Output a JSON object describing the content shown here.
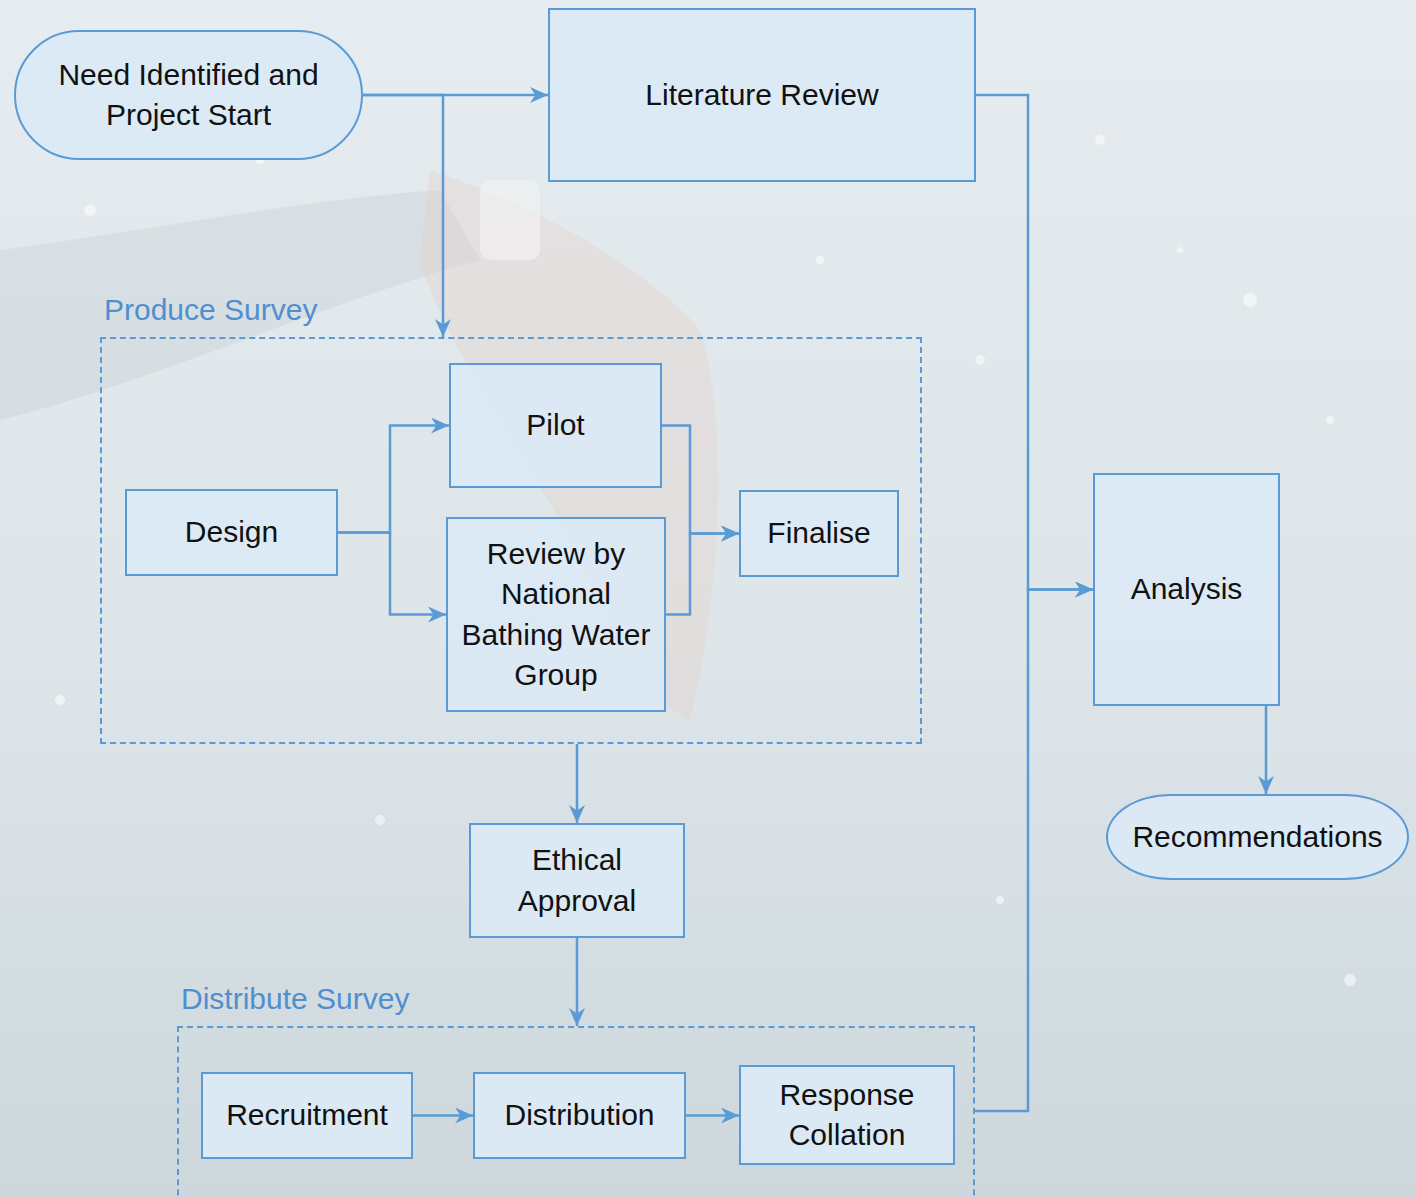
{
  "diagram": {
    "nodes": [
      {
        "text": [
          "Need Identified and Project Start"
        ]
      },
      {
        "text": [
          "Literature Review"
        ]
      },
      {
        "text": [
          "Produce Survey"
        ]
      },
      {
        "text": [
          "Design"
        ],
        "in": 2
      },
      {
        "text": [
          "Pilot"
        ],
        "in": 2
      },
      {
        "text": [
          "Review by National Bathing Water Group"
        ],
        "in": 2
      },
      {
        "text": [
          "Finalise"
        ],
        "in": 2
      },
      {
        "text": [
          "Ethical Approval"
        ]
      },
      {
        "text": [
          "Distribute Survey"
        ]
      },
      {
        "text": [
          "Recruitment"
        ],
        "in": 8
      },
      {
        "text": [
          "Distribution"
        ],
        "in": 8
      },
      {
        "text": [
          "Response Collation"
        ],
        "in": 8
      },
      {
        "text": [
          "Analysis"
        ]
      },
      {
        "text": [
          "Recommendations"
        ]
      }
    ],
    "edges": [
      {
        "from": 0,
        "to": 1,
        "arrow": "to"
      },
      {
        "from": 0,
        "to": 2,
        "arrow": "to"
      },
      {
        "from": 3,
        "to": 4,
        "arrow": "to"
      },
      {
        "from": 3,
        "to": 5,
        "arrow": "to"
      },
      {
        "from": 4,
        "to": 6,
        "arrow": "to"
      },
      {
        "from": 5,
        "to": 6,
        "arrow": "to"
      },
      {
        "from": 2,
        "to": 7,
        "arrow": "to"
      },
      {
        "from": 7,
        "to": 8,
        "arrow": "to"
      },
      {
        "from": 9,
        "to": 10,
        "arrow": "to"
      },
      {
        "from": 10,
        "to": 11,
        "arrow": "to"
      },
      {
        "from": 1,
        "to": 12,
        "arrow": "to"
      },
      {
        "from": 8,
        "to": 12,
        "arrow": "to"
      },
      {
        "from": 12,
        "to": 13,
        "arrow": "to"
      }
    ]
  }
}
